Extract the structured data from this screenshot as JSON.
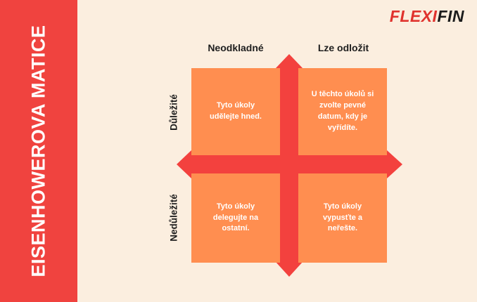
{
  "title": "EISENHOWEROVA MATICE",
  "logo": {
    "part1": "FLEXI",
    "part2": "FIN"
  },
  "columns": [
    "Neodkladné",
    "Lze odložit"
  ],
  "rows": [
    "Důležité",
    "Nedůležité"
  ],
  "quadrants": [
    "Tyto úkoly udělejte hned.",
    "U těchto úkolů si zvolte pevné datum, kdy je vyřídíte.",
    "Tyto úkoly delegujte na ostatní.",
    "Tyto úkoly vypusťte a neřešte."
  ],
  "colors": {
    "background": "#FBEEDF",
    "sidebar": "#F0433F",
    "arrows": "#F3413E",
    "quadrant": "#FF8E50",
    "logo_accent": "#E0332E",
    "logo_dark": "#1C1C1C"
  }
}
